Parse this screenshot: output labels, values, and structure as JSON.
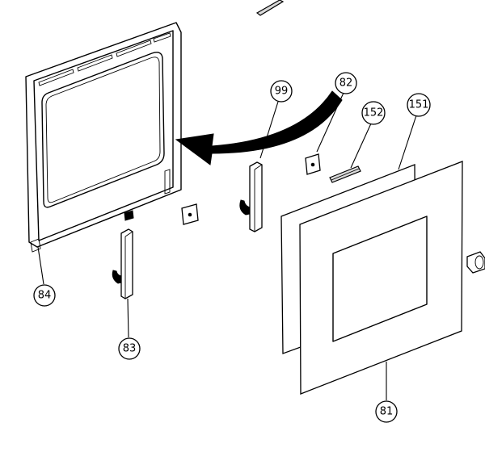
{
  "callouts": {
    "c99": "99",
    "c82": "82",
    "c152": "152",
    "c151": "151",
    "c84": "84",
    "c83": "83",
    "c81": "81"
  }
}
